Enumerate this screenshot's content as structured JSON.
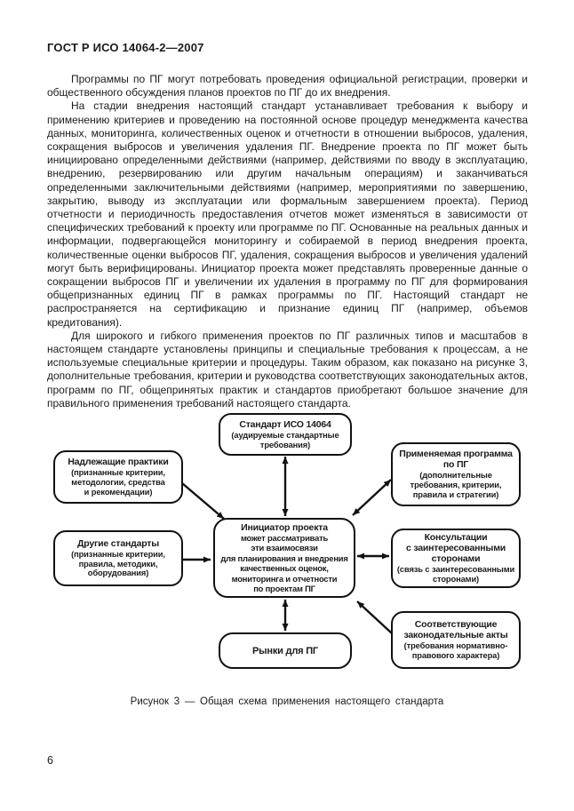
{
  "theme": {
    "paper": "#ffffff",
    "ink": "#1b1b1b",
    "box_border": "#111111"
  },
  "page": {
    "header": "ГОСТ Р ИСО 14064-2—2007",
    "page_number": "6"
  },
  "document": {
    "paragraphs": [
      "Программы по ПГ могут потребовать проведения официальной регистрации, проверки и общественного обсуждения планов проектов по ПГ до их внедрения.",
      "На стадии внедрения настоящий стандарт устанавливает требования к выбору и применению критериев и проведению на постоянной основе процедур менеджмента качества данных, мониторинга, количественных оценок и отчетности в отношении выбросов, удаления, сокращения выбросов и увеличения удаления ПГ. Внедрение проекта по ПГ может быть инициировано определенными действиями (например, действиями по вводу в эксплуатацию, внедрению, резервированию или другим начальным операциям) и заканчиваться определенными заключительными действиями (например, мероприятиями по завершению, закрытию, выводу из эксплуатации или формальным завершением проекта). Период отчетности и периодичность предоставления отчетов может изменяться в зависимости от специфических требований к проекту или программе по ПГ. Основанные на реальных данных и информации, подвергающейся мониторингу и собираемой в период внедрения проекта, количественные оценки выбросов ПГ, удаления, сокращения выбросов и увеличения удалений могут быть верифицированы. Инициатор проекта может представлять проверенные данные о сокращении выбросов ПГ и увеличении их удаления в программу по ПГ для формирования общепризнанных единиц ПГ в рамках программы по ПГ. Настоящий стандарт не распространяется на сертификацию и признание единиц ПГ (например, объемов кредитования).",
      "Для широкого и гибкого применения проектов по ПГ различных типов и масштабов в настоящем стандарте установлены принципы и специальные требования к процессам, а не используемые специальные критерии и процедуры. Таким образом, как показано на рисунке 3, дополнительные требования, критерии и руководства соответствующих законодательных актов, программ по ПГ, общепринятых практик и стандартов приобретают большое значение для правильного применения требований настоящего стандарта."
    ]
  },
  "figure": {
    "caption": "Рисунок 3 — Общая схема применения настоящего стандарта",
    "boxes": {
      "standard": {
        "title": "Стандарт ИСО 14064",
        "subtitle": "(аудируемые стандартные\nтребования)"
      },
      "good_practices": {
        "title": "Надлежащие практики",
        "subtitle": "(признанные критерии,\nметодологии, средства\nи рекомендации)"
      },
      "program": {
        "title": "Применяемая программа\nпо ПГ",
        "subtitle": "(дополнительные\nтребования, критерии,\nправила и стратегии)"
      },
      "initiator": {
        "title": "Инициатор проекта",
        "body": "может рассматривать\nэти взаимосвязи\nдля планирования и внедрения\nкачественных оценок,\nмониторинга и отчетности\nпо проектам ПГ"
      },
      "other_standards": {
        "title": "Другие стандарты",
        "subtitle": "(признанные критерии,\nправила, методики,\nоборудования)"
      },
      "consultations": {
        "title": "Консультации\nс заинтересованными\nсторонами",
        "subtitle": "(связь с заинтересованными\nсторонами)"
      },
      "legal": {
        "title": "Соответствующие\nзаконодательные акты",
        "subtitle": "(требования нормативно-\nправового характера)"
      },
      "markets": {
        "title": "Рынки для ПГ"
      }
    }
  }
}
